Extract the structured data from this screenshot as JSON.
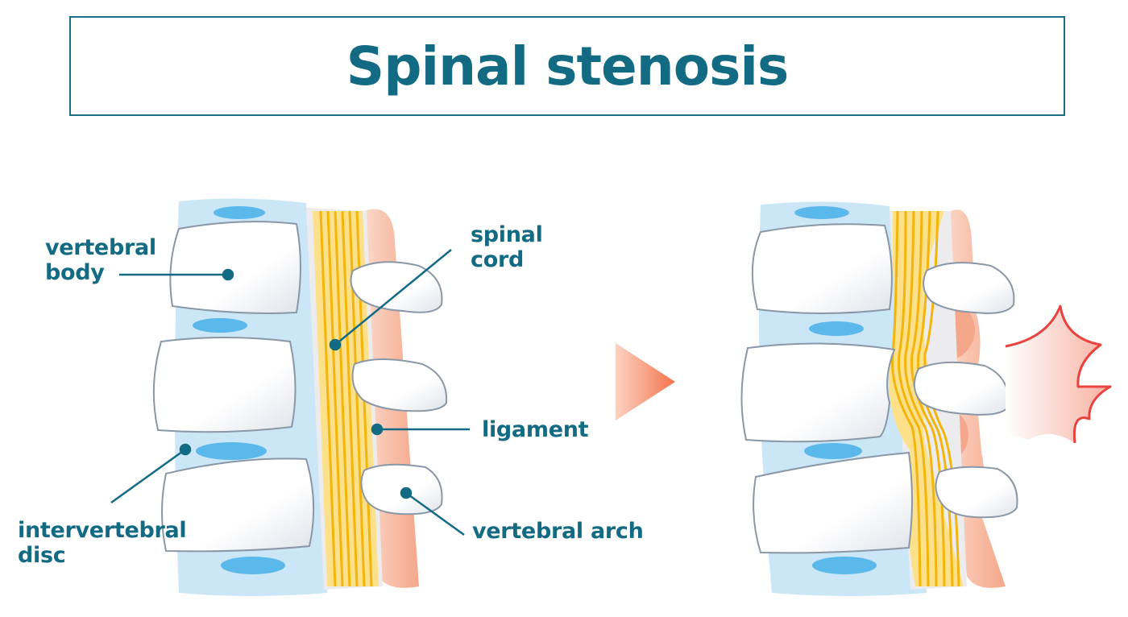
{
  "title": "Spinal stenosis",
  "labels": {
    "vertebral_body": [
      "vertebral",
      "body"
    ],
    "spinal_cord": [
      "spinal",
      "cord"
    ],
    "ligament": "ligament",
    "intervertebral_disc": [
      "intervertebral",
      "disc"
    ],
    "vertebral_arch": "vertebral arch"
  },
  "colors": {
    "accent": "#136b83",
    "disc": "#cbe6f7",
    "disc_core": "#5bb8ea",
    "bone_fill": "#ffffff",
    "bone_outline": "#8a97a6",
    "cord_yellow": "#f6c21b",
    "ligament_pink": "#f6b9a0",
    "arrow_orange": "#f47a55",
    "pain_red": "#e8433e"
  }
}
